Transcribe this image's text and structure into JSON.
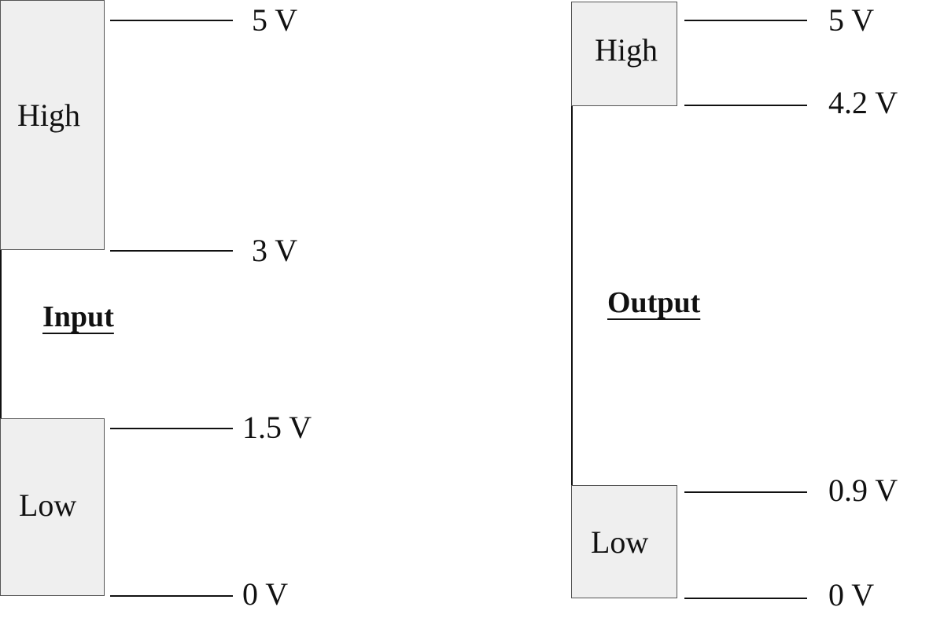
{
  "input": {
    "title": "Input",
    "high_label": "High",
    "low_label": "Low",
    "levels": {
      "top": "5 V",
      "high_min": "3 V",
      "low_max": "1.5 V",
      "bottom": "0 V"
    }
  },
  "output": {
    "title": "Output",
    "high_label": "High",
    "low_label": "Low",
    "levels": {
      "top": "5 V",
      "high_min": "4.2 V",
      "low_max": "0.9 V",
      "bottom": "0 V"
    }
  }
}
